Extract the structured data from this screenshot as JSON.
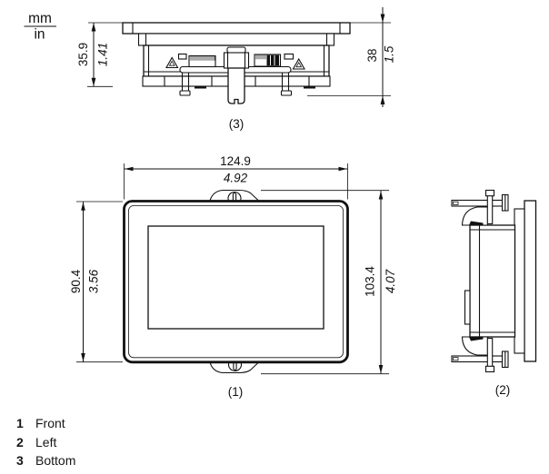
{
  "page": {
    "background": "#ffffff",
    "line_color": "#111111",
    "text_color": "#161616"
  },
  "units_legend": {
    "numerator": "mm",
    "denominator": "in"
  },
  "views": {
    "front": {
      "label": "(1)",
      "dimensions": {
        "width": {
          "mm": "124.9",
          "in": "4.92"
        },
        "height_bezel": {
          "mm": "90.4",
          "in": "3.56"
        },
        "height_overall": {
          "mm": "103.4",
          "in": "4.07"
        }
      }
    },
    "left": {
      "label": "(2)"
    },
    "bottom": {
      "label": "(3)",
      "dimensions": {
        "depth_body": {
          "mm": "35.9",
          "in": "1.41"
        },
        "depth_overall": {
          "mm": "38",
          "in": "1.5"
        }
      }
    }
  },
  "legend": {
    "items": [
      {
        "number": "1",
        "label": "Front"
      },
      {
        "number": "2",
        "label": "Left"
      },
      {
        "number": "3",
        "label": "Bottom"
      }
    ]
  }
}
